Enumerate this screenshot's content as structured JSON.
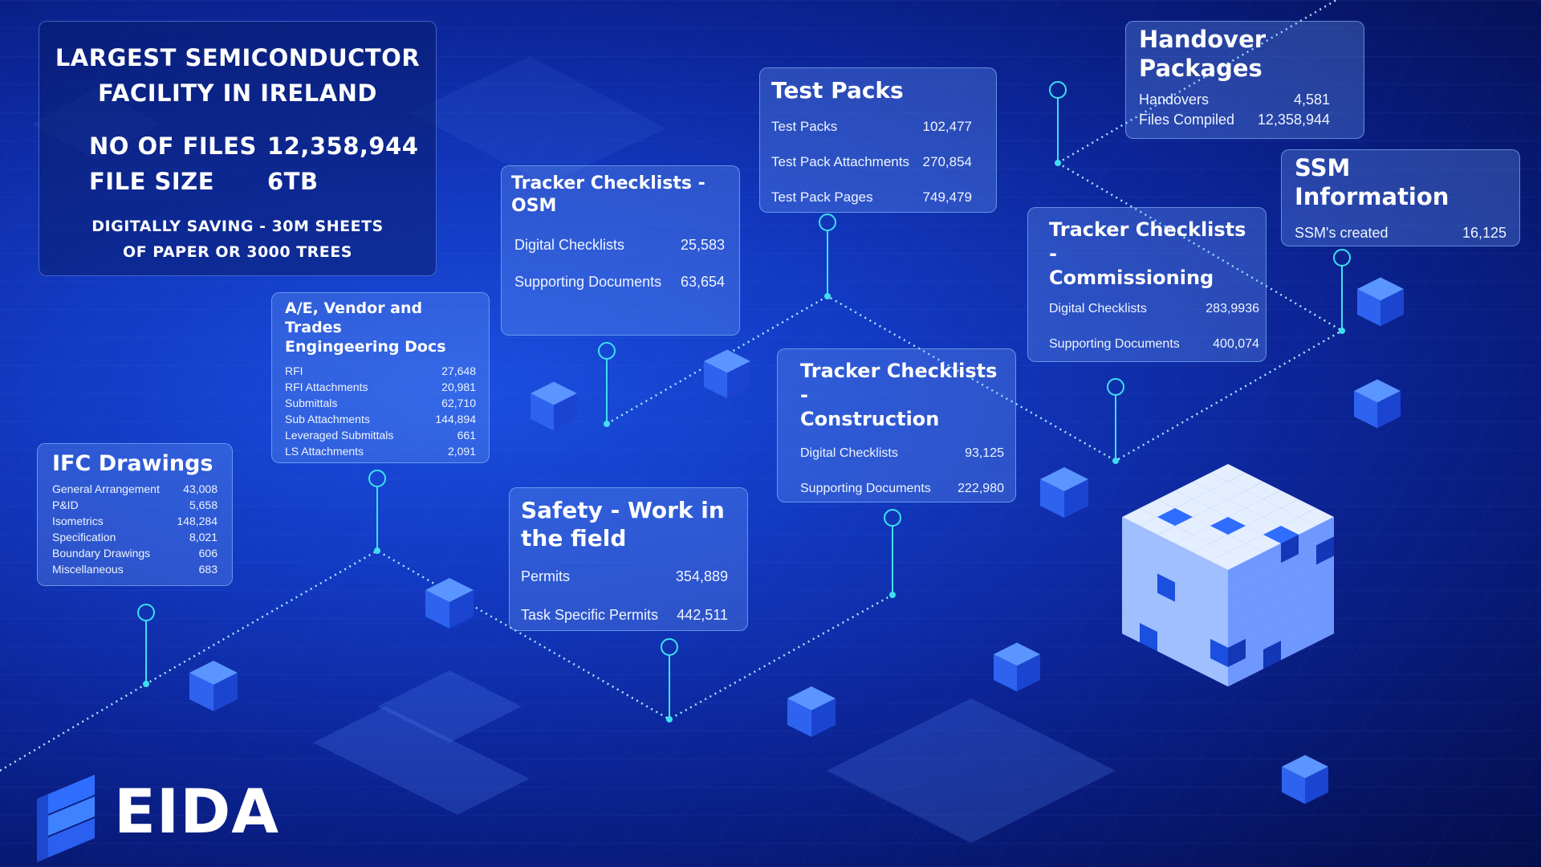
{
  "hero": {
    "title_line1": "LARGEST SEMICONDUCTOR",
    "title_line2": "FACILITY IN IRELAND",
    "files_label": "NO OF FILES",
    "files_value": "12,358,944",
    "size_label": "FILE SIZE",
    "size_value": "6TB",
    "saving_line1": "DIGITALLY SAVING - 30M SHEETS",
    "saving_line2": "OF PAPER OR 3000 TREES"
  },
  "ae_docs": {
    "title_line1": "A/E, Vendor and Trades",
    "title_line2": "Engingeering Docs",
    "rows": [
      {
        "label": "RFI",
        "value": "27,648"
      },
      {
        "label": "RFI Attachments",
        "value": "20,981"
      },
      {
        "label": "Submittals",
        "value": "62,710"
      },
      {
        "label": "Sub Attachments",
        "value": "144,894"
      },
      {
        "label": "Leveraged Submittals",
        "value": "661"
      },
      {
        "label": "LS Attachments",
        "value": "2,091"
      }
    ]
  },
  "ifc": {
    "title": "IFC Drawings",
    "rows": [
      {
        "label": "General Arrangement",
        "value": "43,008"
      },
      {
        "label": "P&ID",
        "value": "5,658"
      },
      {
        "label": "Isometrics",
        "value": "148,284"
      },
      {
        "label": "Specification",
        "value": "8,021"
      },
      {
        "label": "Boundary Drawings",
        "value": "606"
      },
      {
        "label": "Miscellaneous",
        "value": "683"
      }
    ]
  },
  "osm": {
    "title_line1": "Tracker Checklists -",
    "title_line2": "OSM",
    "rows": [
      {
        "label": "Digital Checklists",
        "value": "25,583"
      },
      {
        "label": "Supporting Documents",
        "value": "63,654"
      }
    ]
  },
  "test_packs": {
    "title": "Test Packs",
    "rows": [
      {
        "label": "Test Packs",
        "value": "102,477"
      },
      {
        "label": "Test Pack Attachments",
        "value": "270,854"
      },
      {
        "label": "Test Pack Pages",
        "value": "749,479"
      }
    ]
  },
  "safety": {
    "title_line1": "Safety - Work in",
    "title_line2": "the field",
    "rows": [
      {
        "label": "Permits",
        "value": "354,889"
      },
      {
        "label": "Task Specific Permits",
        "value": "442,511"
      }
    ]
  },
  "construction": {
    "title_line1": "Tracker Checklists -",
    "title_line2": "Construction",
    "rows": [
      {
        "label": "Digital Checklists",
        "value": "93,125"
      },
      {
        "label": "Supporting Documents",
        "value": "222,980"
      }
    ]
  },
  "handover": {
    "title": "Handover Packages",
    "rows": [
      {
        "label": "Handovers",
        "value": "4,581"
      },
      {
        "label": "Files Compiled",
        "value": "12,358,944"
      }
    ]
  },
  "commissioning": {
    "title_line1": "Tracker Checklists -",
    "title_line2": "Commissioning",
    "rows": [
      {
        "label": "Digital Checklists",
        "value": "283,9936"
      },
      {
        "label": "Supporting Documents",
        "value": "400,074"
      }
    ]
  },
  "ssm": {
    "title": "SSM Information",
    "rows": [
      {
        "label": "SSM's created",
        "value": "16,125"
      }
    ]
  },
  "logo": {
    "text": "EIDA"
  },
  "colors": {
    "accent": "#3de0f0",
    "card": "#6fa6ff",
    "cube_light": "#cfe0ff",
    "cube_dark": "#1a4fe0"
  },
  "icons": [
    "map-pin-icon",
    "cube-icon",
    "eida-logo-icon"
  ]
}
